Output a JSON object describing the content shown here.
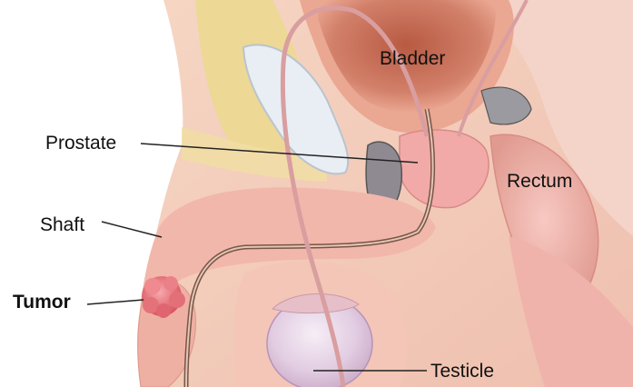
{
  "diagram": {
    "labels": {
      "bladder": "Bladder",
      "prostate": "Prostate",
      "rectum": "Rectum",
      "shaft": "Shaft",
      "tumor": "Tumor",
      "testicle": "Testicle"
    },
    "colors": {
      "skin": "#f3c7b5",
      "tissue_pink": "#f0b3ad",
      "bladder_wall": "#e9a08f",
      "bladder_inner": "#c9664f",
      "fat_yellow": "#ecd890",
      "bone_white": "#e8eef4",
      "tumor": "#e8747a",
      "testicle": "#e3cde2",
      "urethra": "#7a5545",
      "label_text": "#111111",
      "leader_line": "#222222"
    }
  }
}
